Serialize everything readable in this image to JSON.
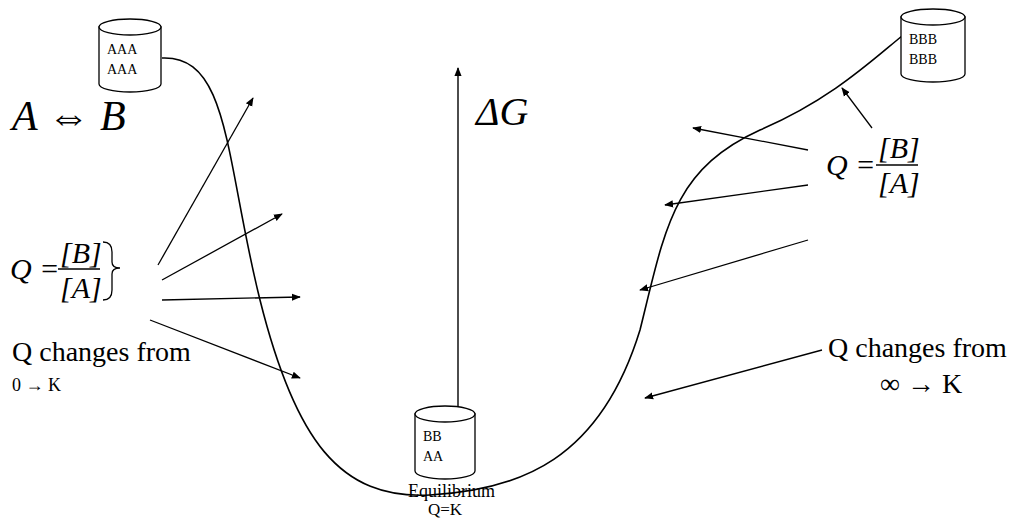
{
  "diagram": {
    "nodes": [
      {
        "text": [
          "AAA AAA"
        ]
      },
      {
        "text": [
          "BBB BBB"
        ]
      },
      {
        "text": [
          "BB AA"
        ]
      }
    ],
    "labels": [
      "A ⇔ B",
      "ΔG",
      "Q =",
      "[B]",
      "[A]",
      "Q changes from",
      "0 → K",
      "Q =",
      "[B]",
      "[A]",
      "Q changes from",
      "∞ → K",
      "Equilibrium",
      "Q=K"
    ]
  }
}
